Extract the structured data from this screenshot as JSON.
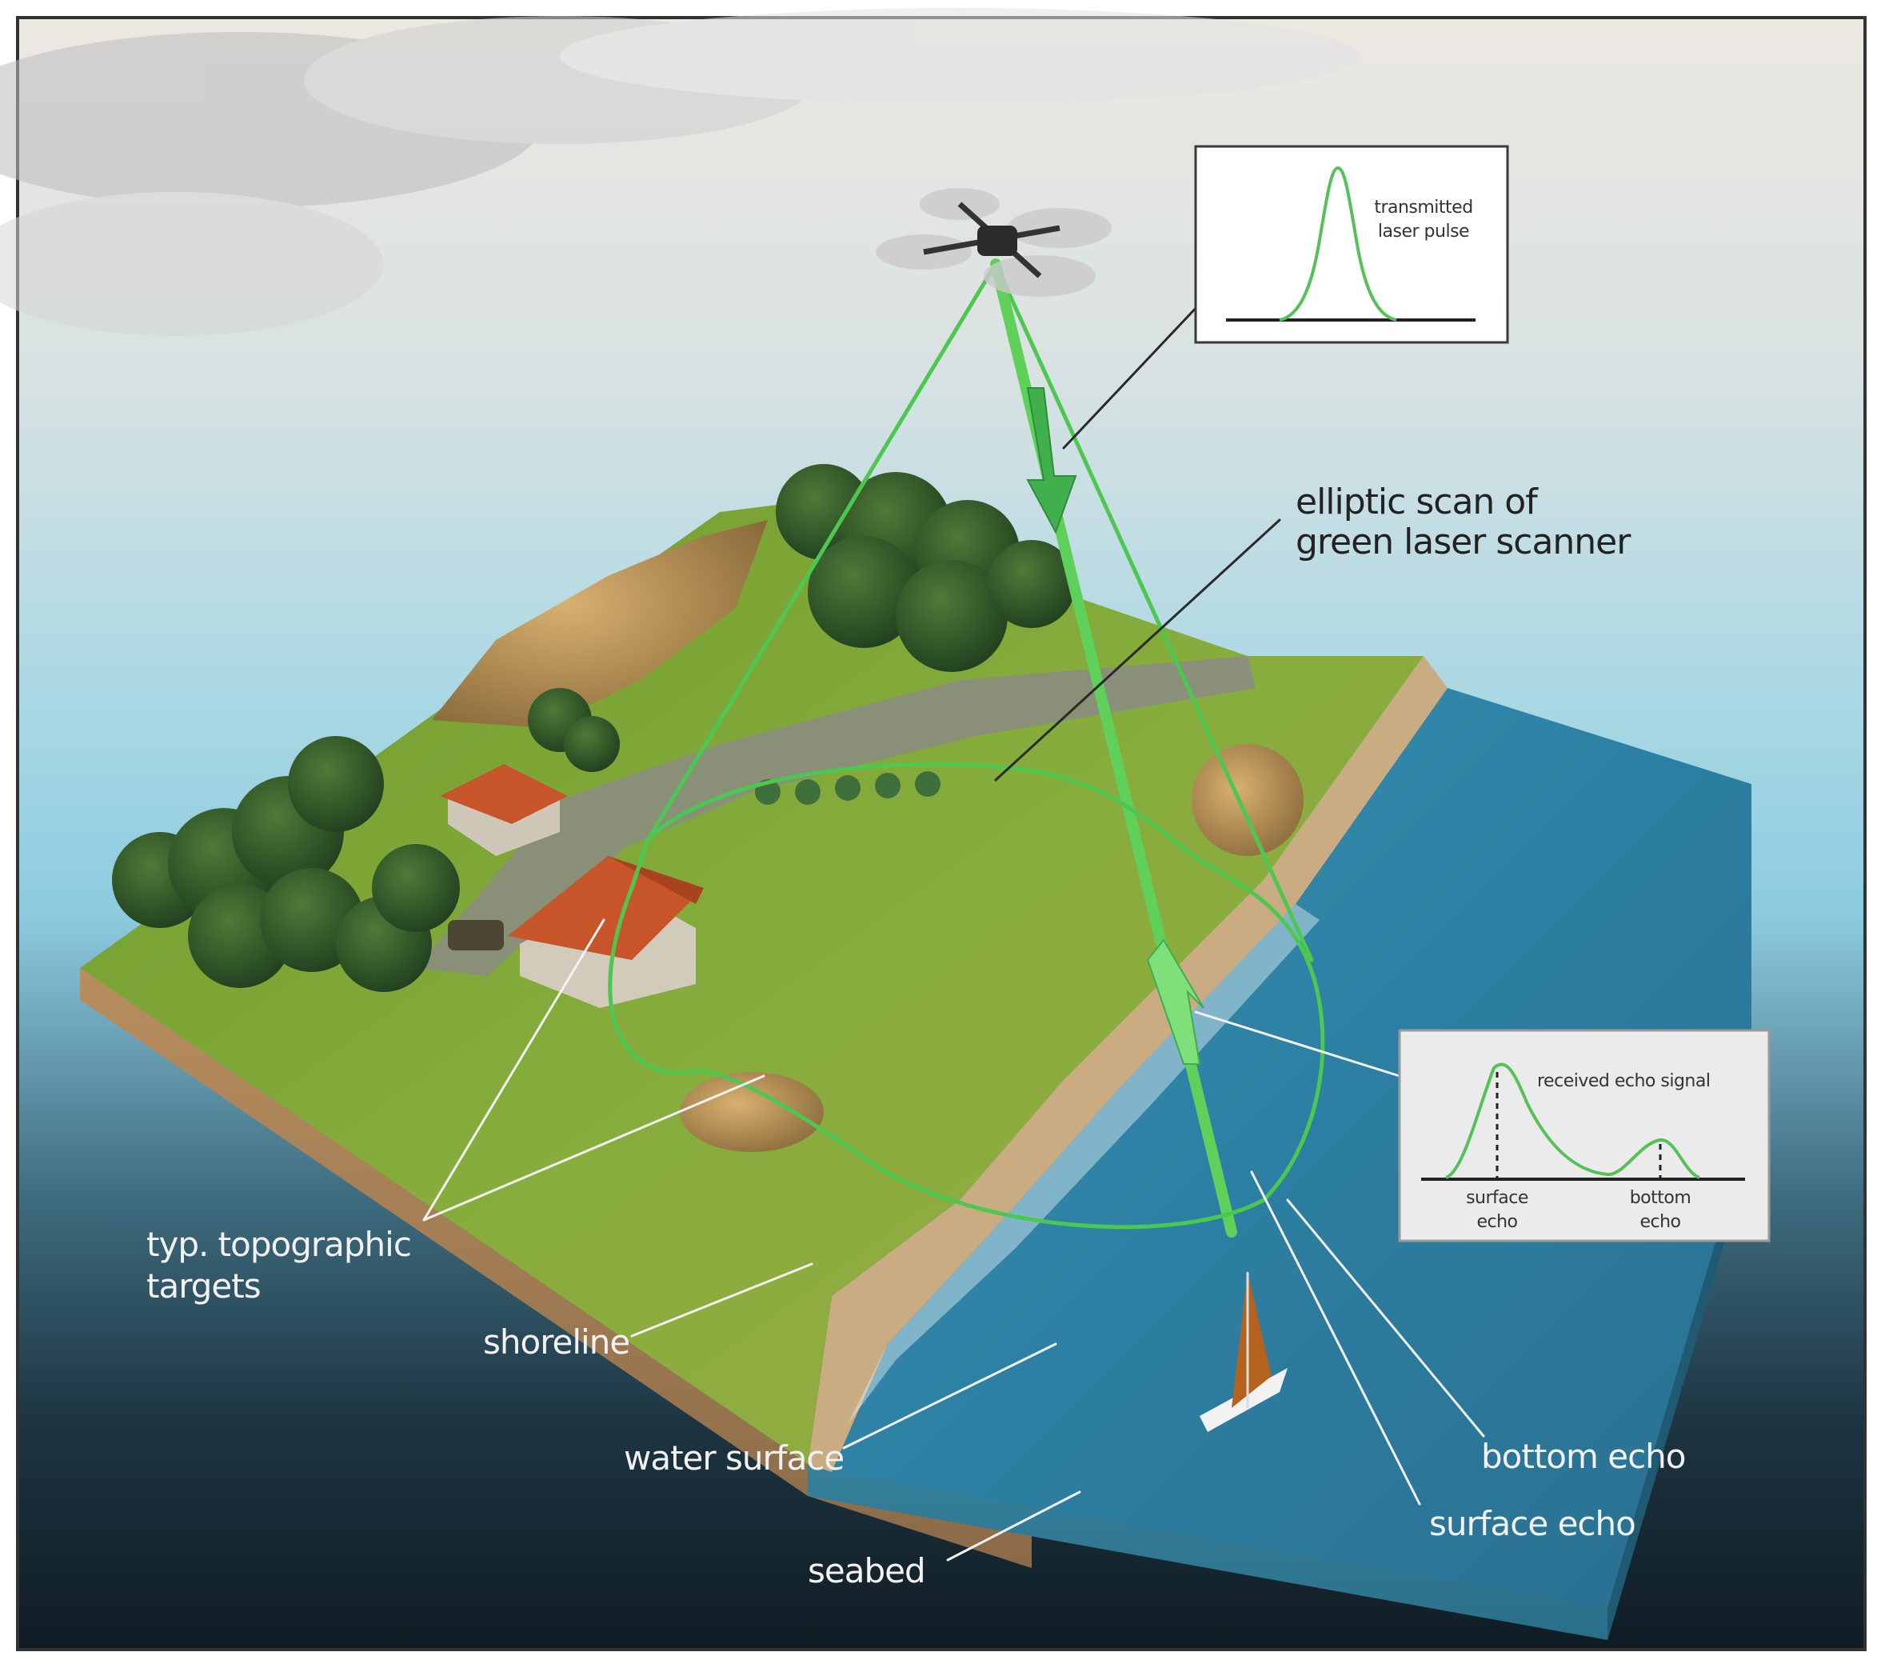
{
  "labels": {
    "elliptic_scan_line1": "elliptic scan of",
    "elliptic_scan_line2": "green laser scanner",
    "topographic_line1": "typ. topographic",
    "topographic_line2": "targets",
    "shoreline": "shoreline",
    "water_surface": "water surface",
    "seabed": "seabed",
    "bottom_echo": "bottom echo",
    "surface_echo": "surface echo"
  },
  "transmitted_inset": {
    "line1": "transmitted",
    "line2": "laser pulse"
  },
  "echo_inset": {
    "title": "received echo signal",
    "surface_line1": "surface",
    "surface_line2": "echo",
    "bottom_line1": "bottom",
    "bottom_line2": "echo"
  },
  "colors": {
    "laser_green": "#4cc850",
    "water": "#2f86a8",
    "grass": "#7da83a",
    "roof": "#c8552a"
  }
}
